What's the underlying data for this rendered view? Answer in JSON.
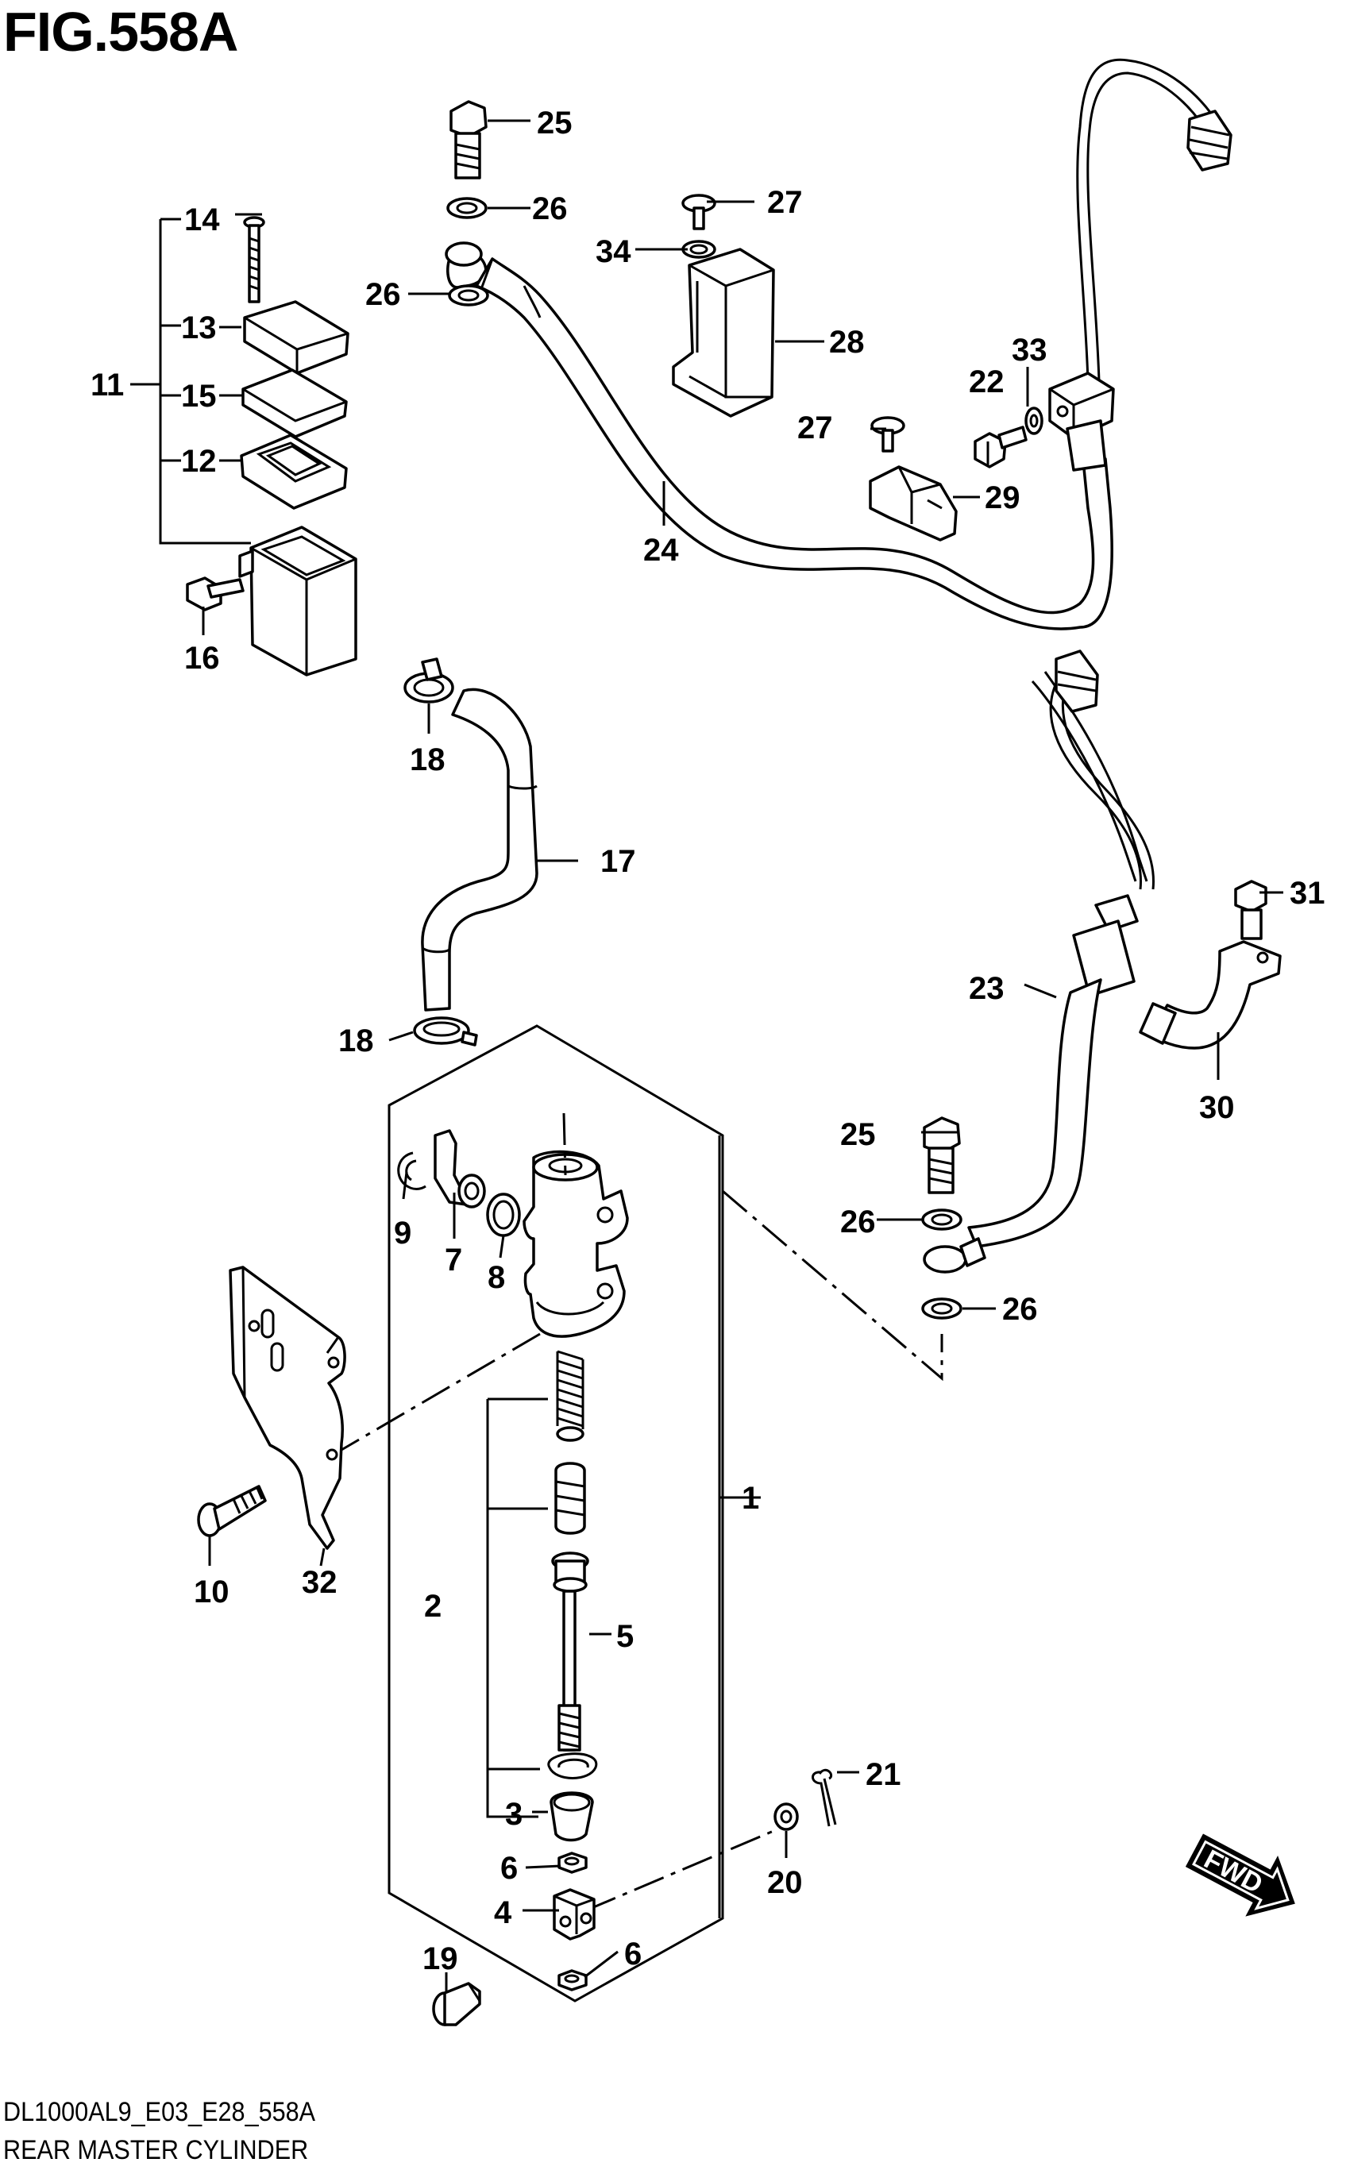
{
  "figure": {
    "title": "FIG.558A",
    "code": "DL1000AL9_E03_E28_558A",
    "name": "REAR MASTER CYLINDER"
  },
  "callouts": {
    "c1": "1",
    "c2": "2",
    "c3": "3",
    "c4": "4",
    "c5": "5",
    "c6a": "6",
    "c6b": "6",
    "c7": "7",
    "c8": "8",
    "c9": "9",
    "c10": "10",
    "c11": "11",
    "c12": "12",
    "c13": "13",
    "c14": "14",
    "c15": "15",
    "c16": "16",
    "c17": "17",
    "c18a": "18",
    "c18b": "18",
    "c19": "19",
    "c20": "20",
    "c21": "21",
    "c22": "22",
    "c23": "23",
    "c24": "24",
    "c25a": "25",
    "c25b": "25",
    "c26a": "26",
    "c26b": "26",
    "c26c": "26",
    "c26d": "26",
    "c27a": "27",
    "c27b": "27",
    "c28": "28",
    "c29": "29",
    "c30": "30",
    "c31": "31",
    "c32": "32",
    "c33": "33",
    "c34": "34"
  },
  "fwd_label": "FWD"
}
